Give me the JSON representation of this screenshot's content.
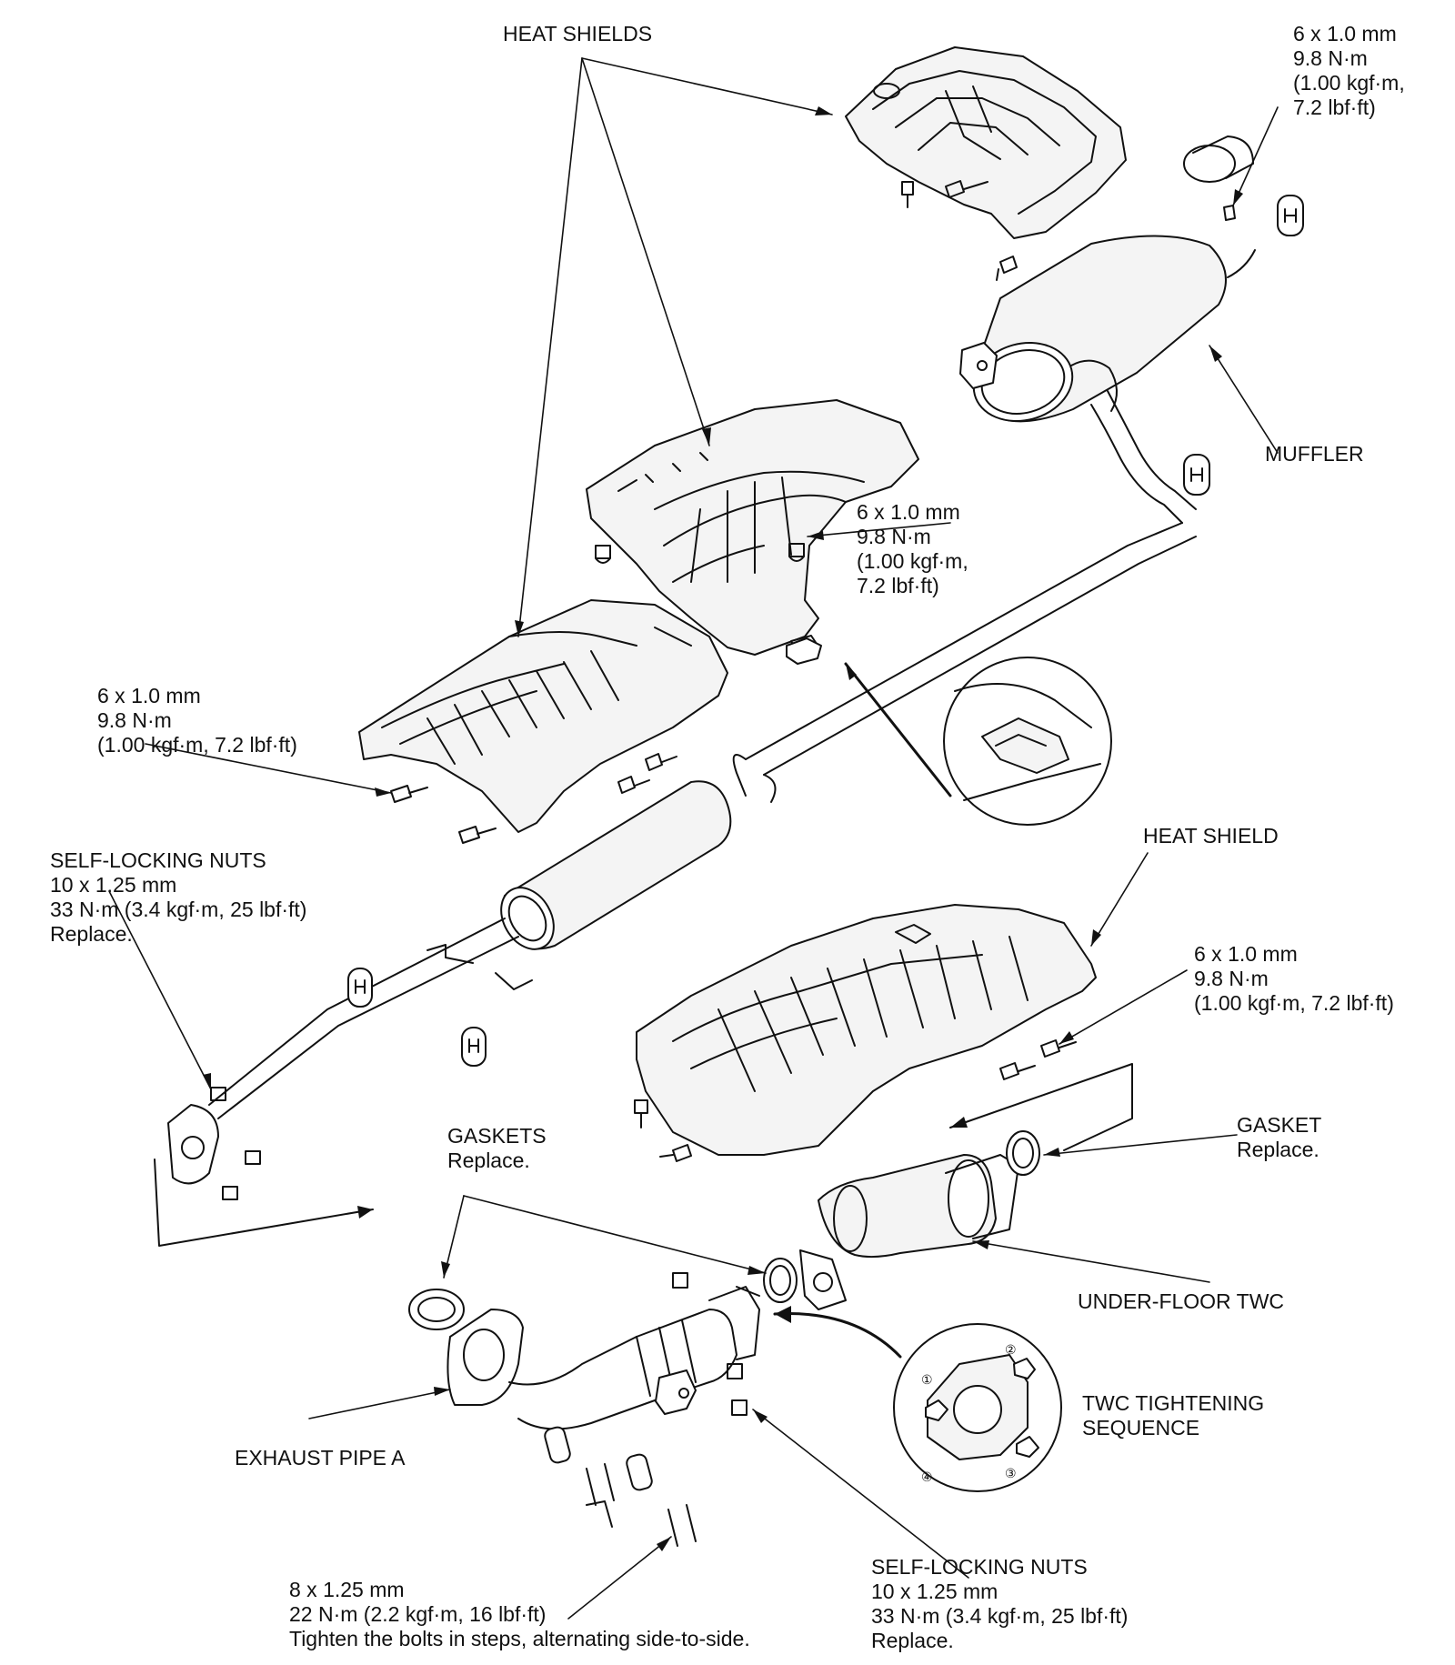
{
  "colors": {
    "ink": "#111111",
    "part_fill": "#f4f4f4",
    "paper": "#ffffff"
  },
  "labels": {
    "heat_shields": [
      "HEAT SHIELDS"
    ],
    "top_right_spec": [
      "6 x 1.0 mm",
      "9.8 N·m",
      "(1.00 kgf·m,",
      "7.2 lbf·ft)"
    ],
    "muffler": [
      "MUFFLER"
    ],
    "center_spec": [
      "6 x 1.0 mm",
      "9.8 N·m",
      "(1.00 kgf·m,",
      "7.2 lbf·ft)"
    ],
    "left_spec": [
      "6 x 1.0 mm",
      "9.8 N·m",
      "(1.00 kgf·m, 7.2 lbf·ft)"
    ],
    "heat_shield": [
      "HEAT SHIELD"
    ],
    "left_nuts": [
      "SELF-LOCKING NUTS",
      "10 x 1.25 mm",
      "33 N·m (3.4 kgf·m, 25 lbf·ft)",
      "Replace."
    ],
    "right_spec": [
      "6 x 1.0 mm",
      "9.8 N·m",
      "(1.00 kgf·m, 7.2 lbf·ft)"
    ],
    "gaskets": [
      "GASKETS",
      "Replace."
    ],
    "gasket": [
      "GASKET",
      "Replace."
    ],
    "underfloor_twc": [
      "UNDER-FLOOR TWC"
    ],
    "twc_sequence": [
      "TWC TIGHTENING",
      "SEQUENCE"
    ],
    "exhaust_pipe_a": [
      "EXHAUST PIPE A"
    ],
    "bottom_nuts": [
      "SELF-LOCKING NUTS",
      "10 x 1.25 mm",
      "33 N·m (3.4 kgf·m, 25 lbf·ft)",
      "Replace."
    ],
    "bottom_bolts": [
      "8 x 1.25 mm",
      "22 N·m (2.2 kgf·m, 16 lbf·ft)",
      "Tighten the bolts in steps, alternating side-to-side."
    ]
  },
  "sequence_marks": [
    "①",
    "②",
    "③",
    "④"
  ]
}
